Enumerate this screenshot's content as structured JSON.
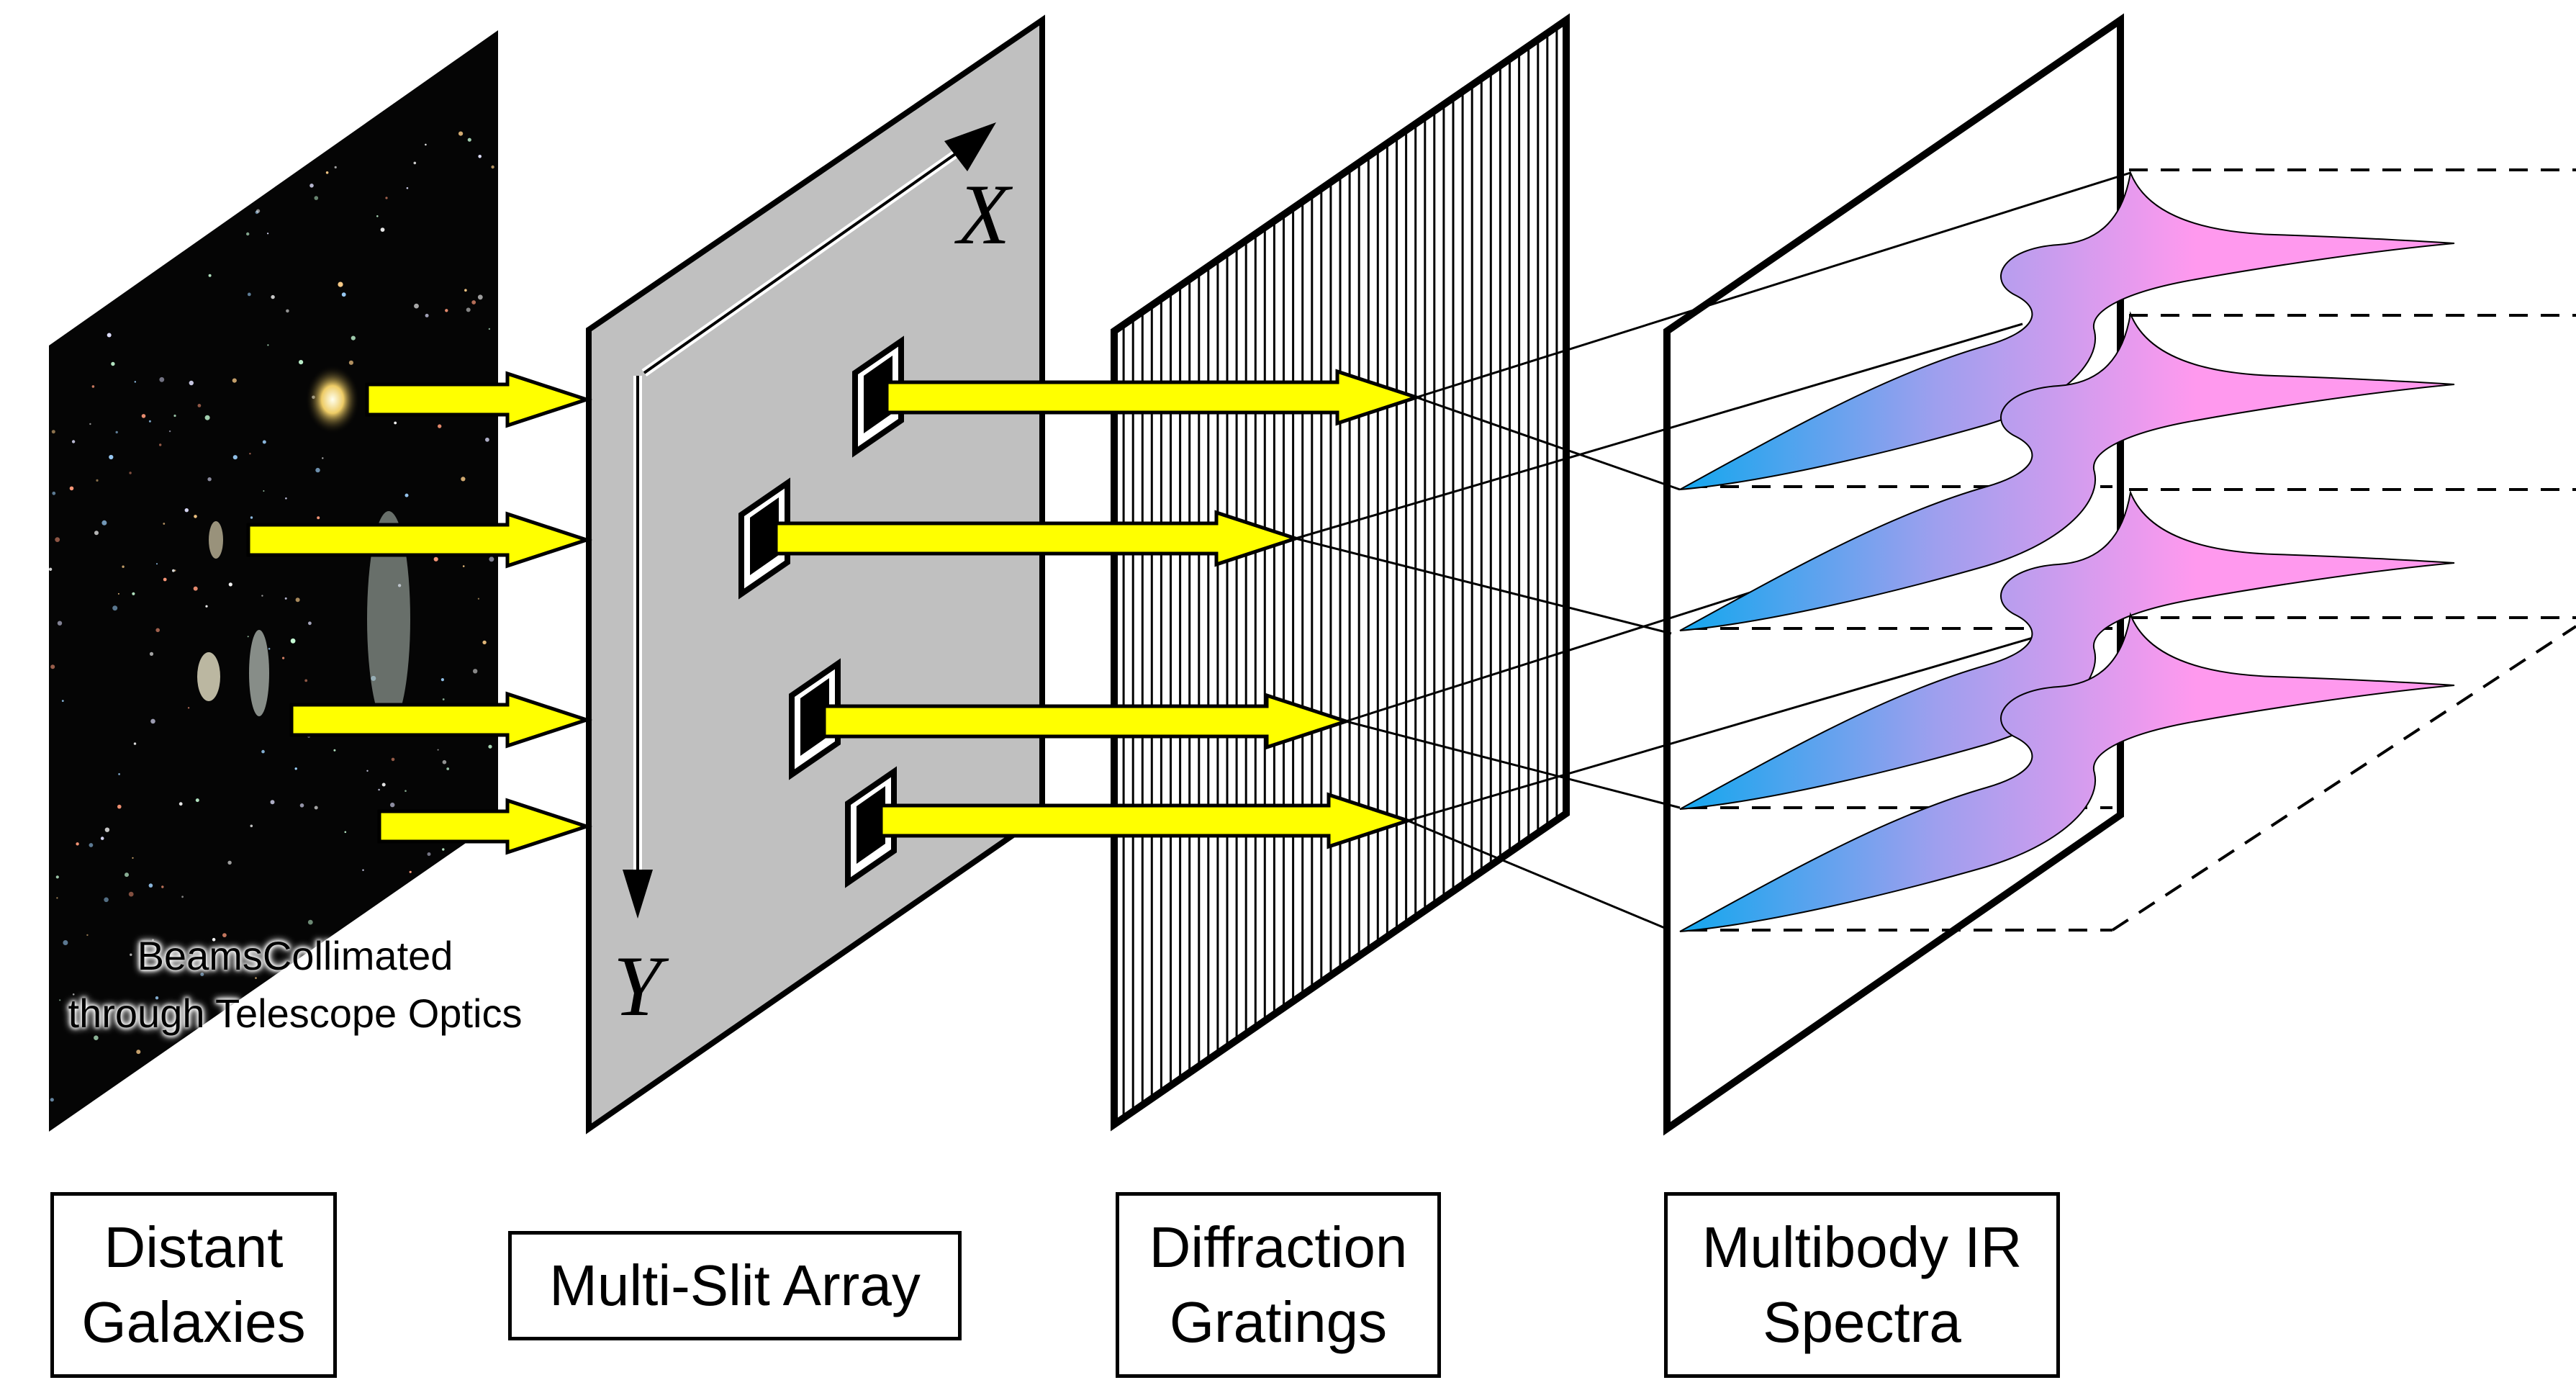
{
  "labels": {
    "beams_line1": "BeamsCollimated",
    "beams_line2": "through Telescope Optics",
    "axis_x": "X",
    "axis_y": "Y",
    "galaxies_line1": "Distant",
    "galaxies_line2": "Galaxies",
    "slit_array": "Multi-Slit Array",
    "gratings_line1": "Diffraction",
    "gratings_line2": "Gratings",
    "spectra_line1": "Multibody IR",
    "spectra_line2": "Spectra"
  },
  "colors": {
    "beam_arrow": "#ffff00",
    "slit_panel": "#c0c0c0",
    "spectrum_pink": "#ff99ee",
    "spectrum_blue": "#11a7ee",
    "background": "#ffffff"
  }
}
